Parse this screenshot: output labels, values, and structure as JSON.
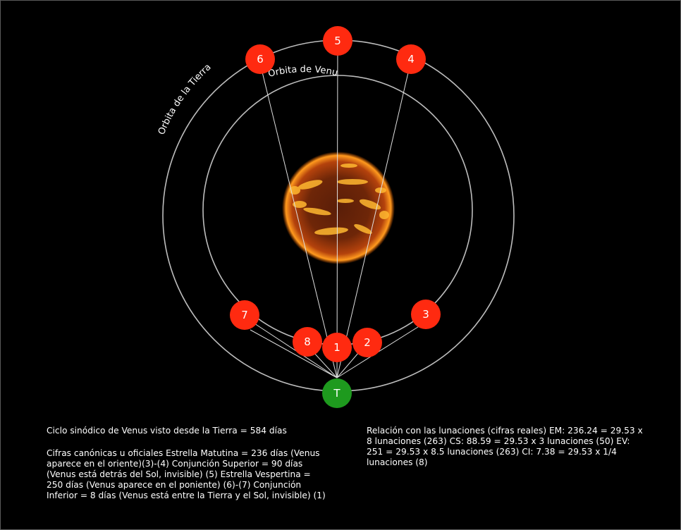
{
  "orbits": {
    "earth_label": "Orbita de la Tierra",
    "venus_label": "Orbita de Venus"
  },
  "positions": [
    {
      "id": "1",
      "label": "1"
    },
    {
      "id": "2",
      "label": "2"
    },
    {
      "id": "3",
      "label": "3"
    },
    {
      "id": "4",
      "label": "4"
    },
    {
      "id": "5",
      "label": "5"
    },
    {
      "id": "6",
      "label": "6"
    },
    {
      "id": "7",
      "label": "7"
    },
    {
      "id": "8",
      "label": "8"
    }
  ],
  "earth": {
    "label": "T"
  },
  "colors": {
    "venus_marker": "#ff2a10",
    "earth_marker": "#1e9a1e",
    "orbit_line": "#bdbdbd",
    "background": "#000000"
  },
  "caption": {
    "title": "Ciclo sinódico de Venus visto desde la Tierra = 584 días",
    "body": "Cifras canónicas u oficiales Estrella Matutina = 236 días (Venus aparece en el oriente)(3)-(4) Conjunción Superior = 90 días (Venus está detrás del Sol, invisible) (5) Estrella Vespertina = 250 días (Venus aparece en el poniente) (6)-(7) Conjunción Inferior = 8 días (Venus está entre la Tierra y el Sol, invisible) (1)",
    "right": "Relación con las lunaciones (cifras reales) EM: 236.24 = 29.53 x 8 lunaciones (263) CS: 88.59 = 29.53 x 3 lunaciones (50) EV: 251 = 29.53 x 8.5 lunaciones (263) CI: 7.38 = 29.53 x 1/4 lunaciones (8)"
  }
}
